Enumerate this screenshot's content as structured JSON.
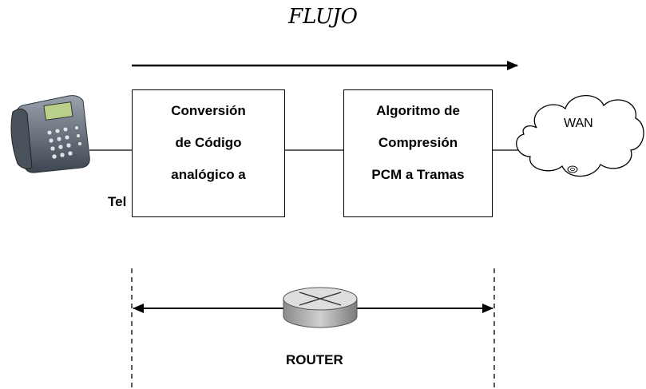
{
  "title": "FLUJO",
  "phone": {
    "label": "Tel"
  },
  "box1": {
    "lines": [
      "Conversión",
      "de Código",
      "analógico a"
    ]
  },
  "box2": {
    "lines": [
      "Algoritmo de",
      "Compresión",
      "PCM a Tramas"
    ]
  },
  "cloud": {
    "label": "WAN"
  },
  "router": {
    "label": "ROUTER"
  }
}
